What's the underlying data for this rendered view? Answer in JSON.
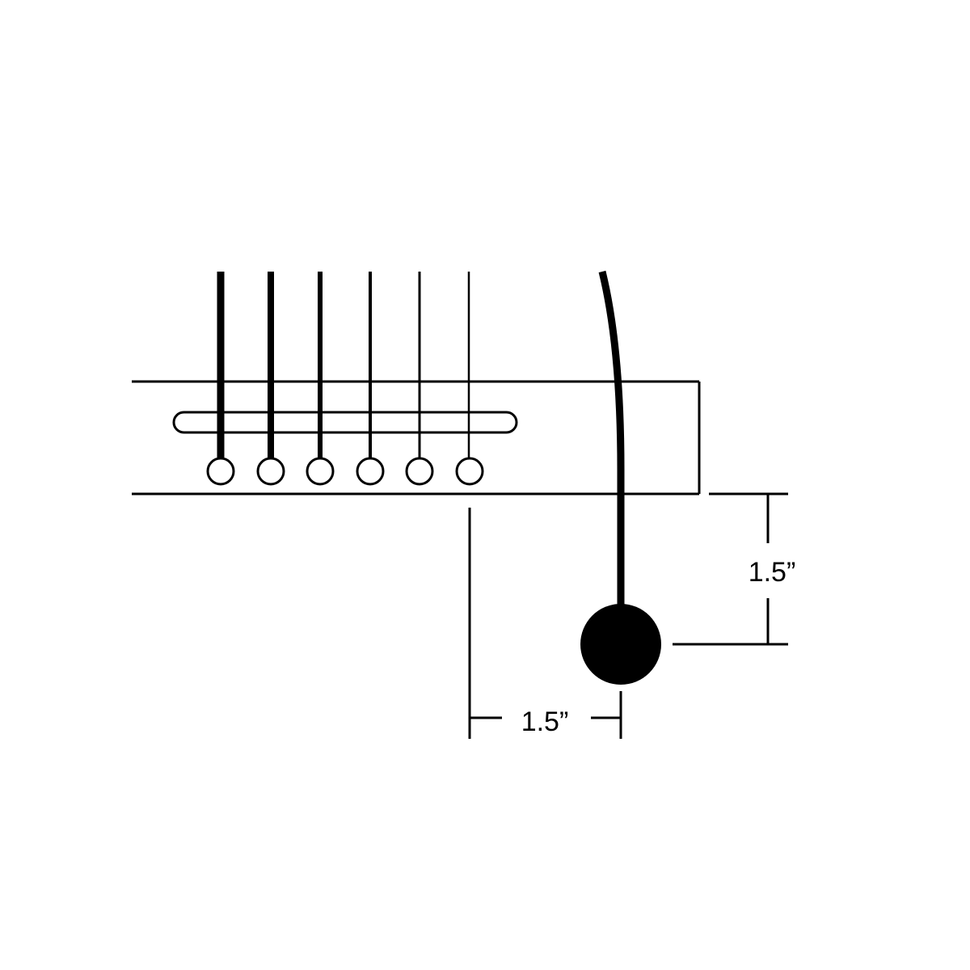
{
  "diagram": {
    "string_count": 6,
    "dimensions": {
      "vertical_label": "1.5”",
      "horizontal_label": "1.5”"
    },
    "colors": {
      "stroke": "#000000",
      "background": "#ffffff"
    }
  }
}
